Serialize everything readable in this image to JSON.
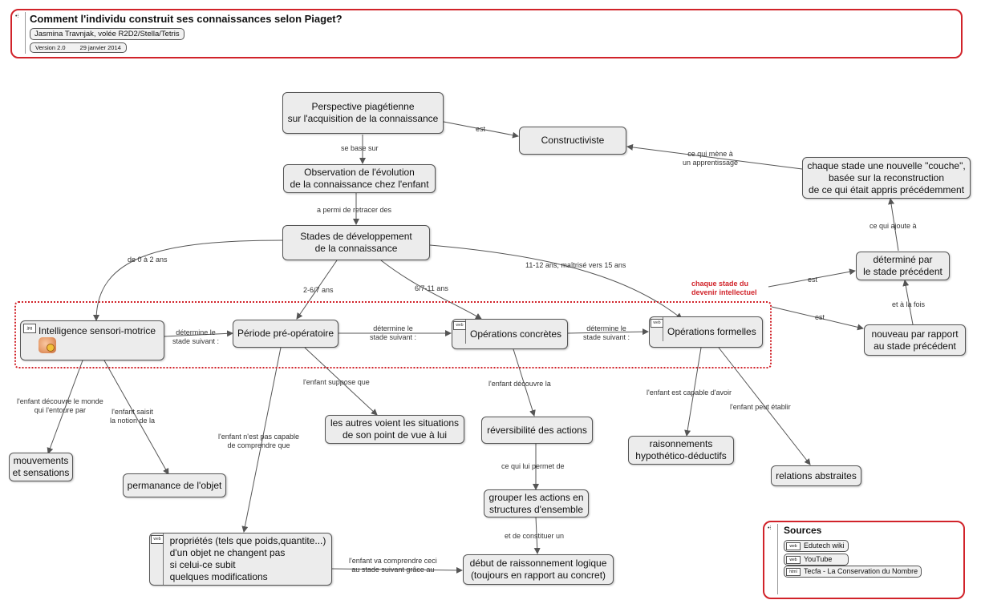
{
  "header": {
    "title": "Comment l'individu construit ses connaissances selon Piaget?",
    "author": "Jasmina Travnjak, volée R2D2/Stella/Tetris",
    "version": "Version 2.0",
    "date": "29 janvier 2014"
  },
  "nodes": {
    "perspective": "Perspective piagétienne\nsur l'acquisition de la connaissance",
    "constructiviste": "Constructiviste",
    "observation": "Observation de l'évolution\nde la connaissance chez l'enfant",
    "stades": "Stades de développement\nde la connaissance",
    "couche": "chaque stade une nouvelle \"couche\",\nbasée sur la reconstruction\nde ce qui était appris précédemment",
    "determine": "déterminé par\nle stade précédent",
    "nouveau": "nouveau par rapport\nau stade précédent",
    "sensori": "Intelligence sensori-motrice",
    "preop": "Période pré-opératoire",
    "concretes": "Opérations concrètes",
    "formelles": "Opérations formelles",
    "mouvements": "mouvements\net sensations",
    "permanance": "permanance de l'objet",
    "autres": "les autres voient les situations\nde son point de vue à lui",
    "reversibilite": "réversibilité des actions",
    "grouper": "grouper les actions en\nstructures d'ensemble",
    "debut": "début de raissonnement logique\n(toujours en rapport au concret)",
    "proprietes": "propriétés (tels que poids,quantite...)\nd'un objet ne changent pas\nsi celui-ce subit\nquelques modifications",
    "raisonnements": "raisonnements\nhypothético-déductifs",
    "relations": "relations abstraites"
  },
  "labels": {
    "est1": "est",
    "se_base": "se base sur",
    "permi": "a permi de retracer des",
    "mene": "ce qui mène à\nun apprentissage",
    "ajoute": "ce qui ajoute à",
    "est2": "est",
    "est3": "est",
    "alafois": "et à la fois",
    "zero_deux": "de 0 à 2 ans",
    "deux_six": "2-6/7 ans",
    "six_onze": "6/7-11 ans",
    "onze_quinze": "11-12 ans, maîtrisé vers 15 ans",
    "det1": "détermine le\nstade suivant :",
    "det2": "détermine le\nstade suivant :",
    "det3": "détermine le\nstade suivant :",
    "decouvre_monde": "l'enfant découvre le monde\nqui l'entoure par",
    "saisit": "l'enfant saisit\nla notion de la",
    "suppose": "l'enfant suppose que",
    "pas_capable": "l'enfant n'est pas capable\nde comprendre que",
    "decouvre_la": "l'enfant découvre la",
    "permet": "ce qui lui permet de",
    "constituer": "et de constituer un",
    "va_comprendre": "l'enfant va comprendre ceci\nau stade suivant grâce au",
    "capable_avoir": "l'enfant est capable d'avoir",
    "peut_etablir": "l'enfant peut établir",
    "chaque_stade": "chaque stade du\ndevenir intellectuel"
  },
  "icons": {
    "sensori": "jpg",
    "concretes": "web",
    "formelles": "web",
    "proprietes": "web"
  },
  "sources": {
    "title": "Sources",
    "items": [
      "Edutech wiki",
      "YouTube",
      "Tecfa - La Conservation du Nombre"
    ],
    "icons": [
      "web",
      "web",
      "html"
    ]
  },
  "colors": {
    "accent": "#d1232a",
    "node_bg": "#ececec",
    "edge": "#555555"
  }
}
